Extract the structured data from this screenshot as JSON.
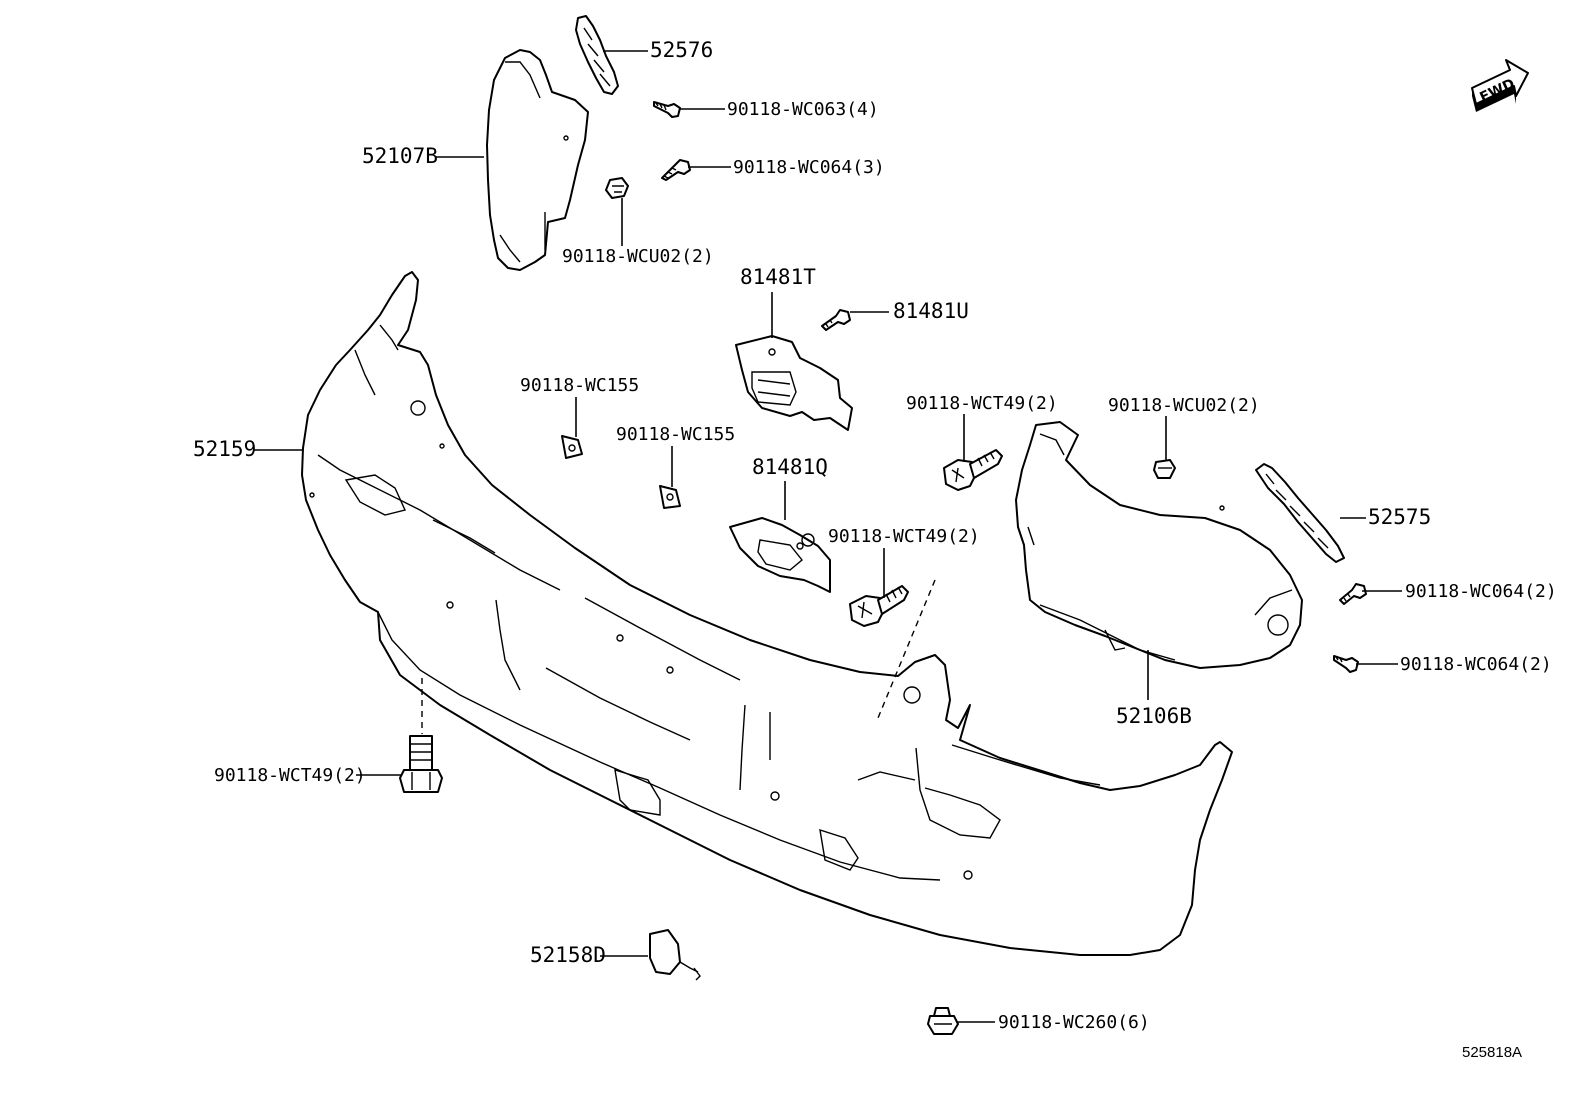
{
  "diagram": {
    "parts": [
      {
        "id": "p-52576",
        "text": "52576"
      },
      {
        "id": "p-52107b",
        "text": "52107B"
      },
      {
        "id": "p-wc063",
        "text": "90118-WC063(4)"
      },
      {
        "id": "p-wc064-3",
        "text": "90118-WC064(3)"
      },
      {
        "id": "p-wcu02-2a",
        "text": "90118-WCU02(2)"
      },
      {
        "id": "p-81481t",
        "text": "81481T"
      },
      {
        "id": "p-81481u",
        "text": "81481U"
      },
      {
        "id": "p-wc155a",
        "text": "90118-WC155"
      },
      {
        "id": "p-wc155b",
        "text": "90118-WC155"
      },
      {
        "id": "p-52159",
        "text": "52159"
      },
      {
        "id": "p-wct49-a",
        "text": "90118-WCT49(2)"
      },
      {
        "id": "p-wcu02-2b",
        "text": "90118-WCU02(2)"
      },
      {
        "id": "p-81481q",
        "text": "81481Q"
      },
      {
        "id": "p-wct49-b",
        "text": "90118-WCT49(2)"
      },
      {
        "id": "p-52575",
        "text": "52575"
      },
      {
        "id": "p-wc064-2a",
        "text": "90118-WC064(2)"
      },
      {
        "id": "p-wc064-2b",
        "text": "90118-WC064(2)"
      },
      {
        "id": "p-52106b",
        "text": "52106B"
      },
      {
        "id": "p-wct49-c",
        "text": "90118-WCT49(2)"
      },
      {
        "id": "p-52158d",
        "text": "52158D"
      },
      {
        "id": "p-wc260",
        "text": "90118-WC260(6)"
      }
    ],
    "fwd_label": "FWD",
    "figure_id": "525818A"
  }
}
